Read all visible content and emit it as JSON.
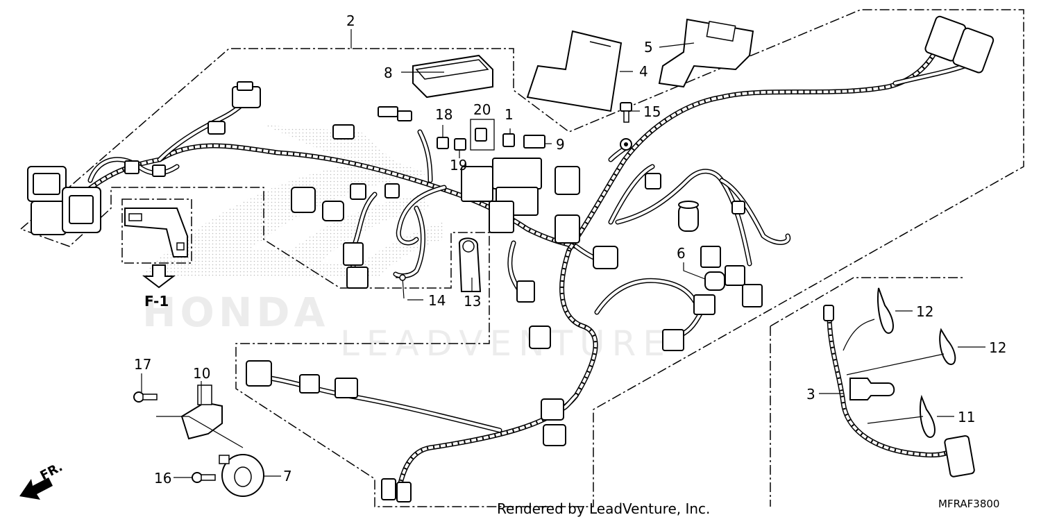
{
  "callouts": {
    "c1": "1",
    "c2": "2",
    "c3": "3",
    "c4": "4",
    "c5": "5",
    "c6": "6",
    "c7": "7",
    "c8": "8",
    "c9": "9",
    "c10": "10",
    "c11": "11",
    "c12a": "12",
    "c12b": "12",
    "c13": "13",
    "c14": "14",
    "c15": "15",
    "c16": "16",
    "c17": "17",
    "c18": "18",
    "c19": "19",
    "c20": "20"
  },
  "reference": {
    "f1": "F-1"
  },
  "direction": {
    "front": "FR."
  },
  "watermark": {
    "honda": "HONDA",
    "leadventure": "LEADVENTURE"
  },
  "footer": {
    "rendered_by": "Rendered by LeadVenture, Inc.",
    "diagram_code": "MFRAF3800"
  }
}
